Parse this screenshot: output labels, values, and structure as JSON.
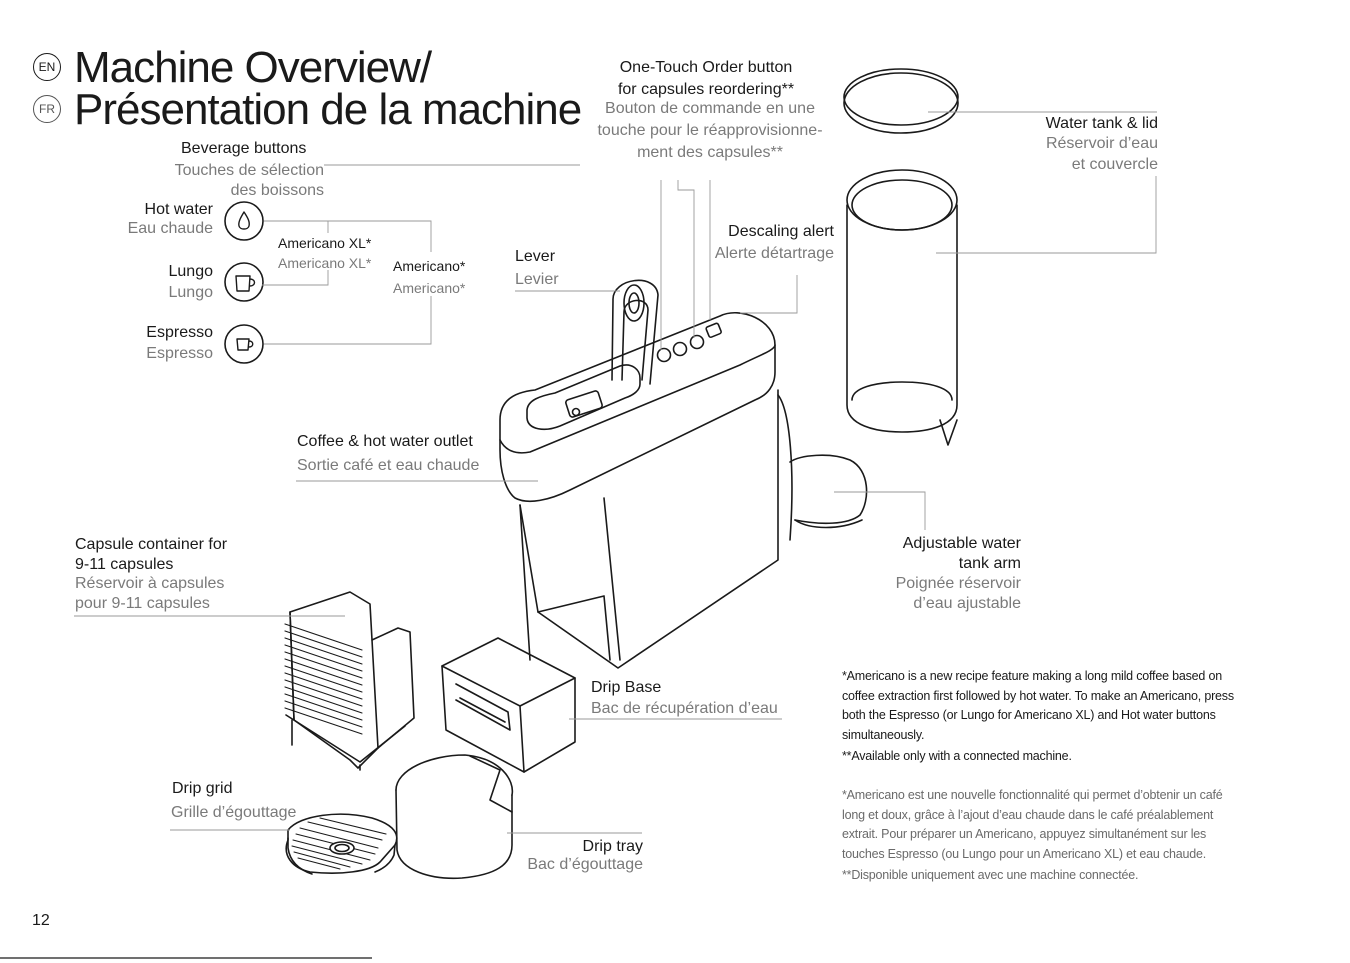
{
  "header": {
    "lang_en": "EN",
    "lang_fr": "FR",
    "title_en": "Machine Overview/",
    "title_fr": "Présentation de la machine"
  },
  "labels": {
    "beverage_en": "Beverage buttons",
    "beverage_fr_1": "Touches de sélection",
    "beverage_fr_2": "des boissons",
    "hotwater_en": "Hot water",
    "hotwater_fr": "Eau chaude",
    "lungo_en": "Lungo",
    "lungo_fr": "Lungo",
    "espresso_en": "Espresso",
    "espresso_fr": "Espresso",
    "americano_xl_en": "Americano XL*",
    "americano_xl_fr": "Americano XL*",
    "americano_en": "Americano*",
    "americano_fr": "Americano*",
    "lever_en": "Lever",
    "lever_fr": "Levier",
    "onetouch_en_1": "One-Touch Order button",
    "onetouch_en_2": "for capsules reordering**",
    "onetouch_fr_1": "Bouton de commande en une",
    "onetouch_fr_2": "touche pour le réapprovisionne-",
    "onetouch_fr_3": "ment des capsules**",
    "descaling_en": "Descaling alert",
    "descaling_fr": "Alerte détartrage",
    "watertank_en": "Water tank & lid",
    "watertank_fr_1": "Réservoir d’eau",
    "watertank_fr_2": "et couvercle",
    "outlet_en": "Coffee & hot water outlet",
    "outlet_fr": "Sortie café et eau chaude",
    "arm_en_1": "Adjustable water",
    "arm_en_2": "tank arm",
    "arm_fr_1": "Poignée réservoir",
    "arm_fr_2": "d’eau ajustable",
    "capsule_en_1": "Capsule container for",
    "capsule_en_2": "9-11 capsules",
    "capsule_fr_1": "Réservoir à capsules",
    "capsule_fr_2": "pour 9-11 capsules",
    "dripbase_en": "Drip Base",
    "dripbase_fr": "Bac de récupération d’eau",
    "dripgrid_en": "Drip grid",
    "dripgrid_fr": "Grille d’égouttage",
    "driptray_en": "Drip tray",
    "driptray_fr": "Bac d’égouttage"
  },
  "notes": {
    "en_1": "*Americano is a new recipe feature making a long mild coffee based on coffee extraction first followed by hot water. To make an Americano, press both the Espresso (or Lungo for Americano XL) and Hot water buttons simultaneously.",
    "en_2": "**Available only with a connected machine.",
    "fr_1": "*Americano est une nouvelle fonctionnalité qui permet d’obtenir un café long et doux, grâce à l’ajout d’eau chaude dans le café préalablement extrait. Pour préparer un Americano, appuyez simultanément sur les touches Espresso (ou Lungo pour un Americano XL) et eau chaude.",
    "fr_2": "**Disponible uniquement avec une machine connectée."
  },
  "footer": {
    "page_number": "12"
  }
}
